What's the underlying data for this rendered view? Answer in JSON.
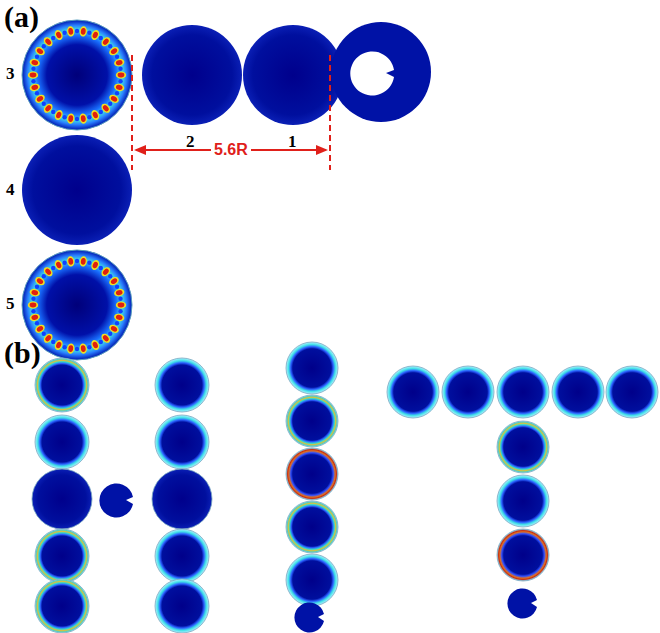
{
  "diagram": {
    "labels": [
      "(a)",
      "3",
      "2",
      "1",
      "5.6R",
      "4",
      "5",
      "(b)"
    ]
  }
}
